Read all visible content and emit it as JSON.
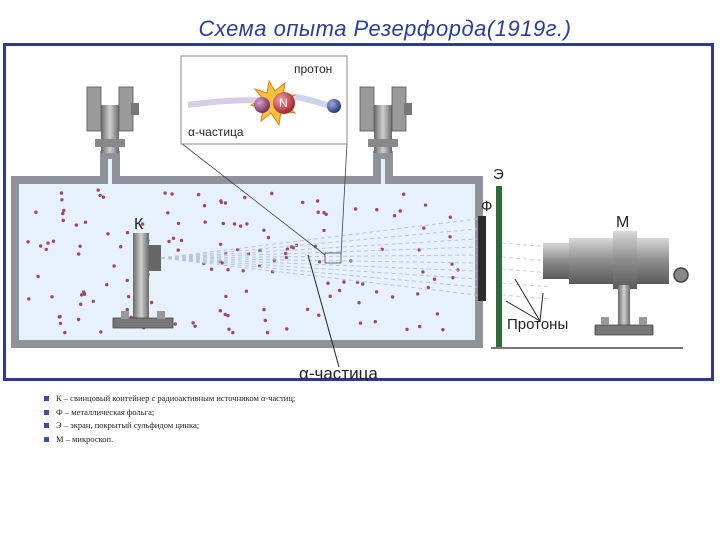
{
  "title": "Схема опыта Резерфорда(1919г.)",
  "labels": {
    "proton": "протон",
    "nucleus": "N",
    "alpha_inset": "α-частица",
    "container": "К",
    "screen": "Э",
    "foil": "Ф",
    "microscope": "М",
    "protons": "Протоны",
    "alpha_bottom": "α-частица"
  },
  "legend": [
    "К – свинцовый контейнер с радиоактивным источником α-частиц;",
    "Ф – металлическая фольга;",
    "Э – экран, покрытый сульфидом цинка;",
    "М – микроскоп."
  ],
  "colors": {
    "title": "#2b3f8f",
    "frame": "#2e3a96",
    "chamber_fill": "#e6f1fb",
    "chamber_wall": "#8a8f95",
    "dots": "#a0456b",
    "screen": "#2e6b3a"
  }
}
